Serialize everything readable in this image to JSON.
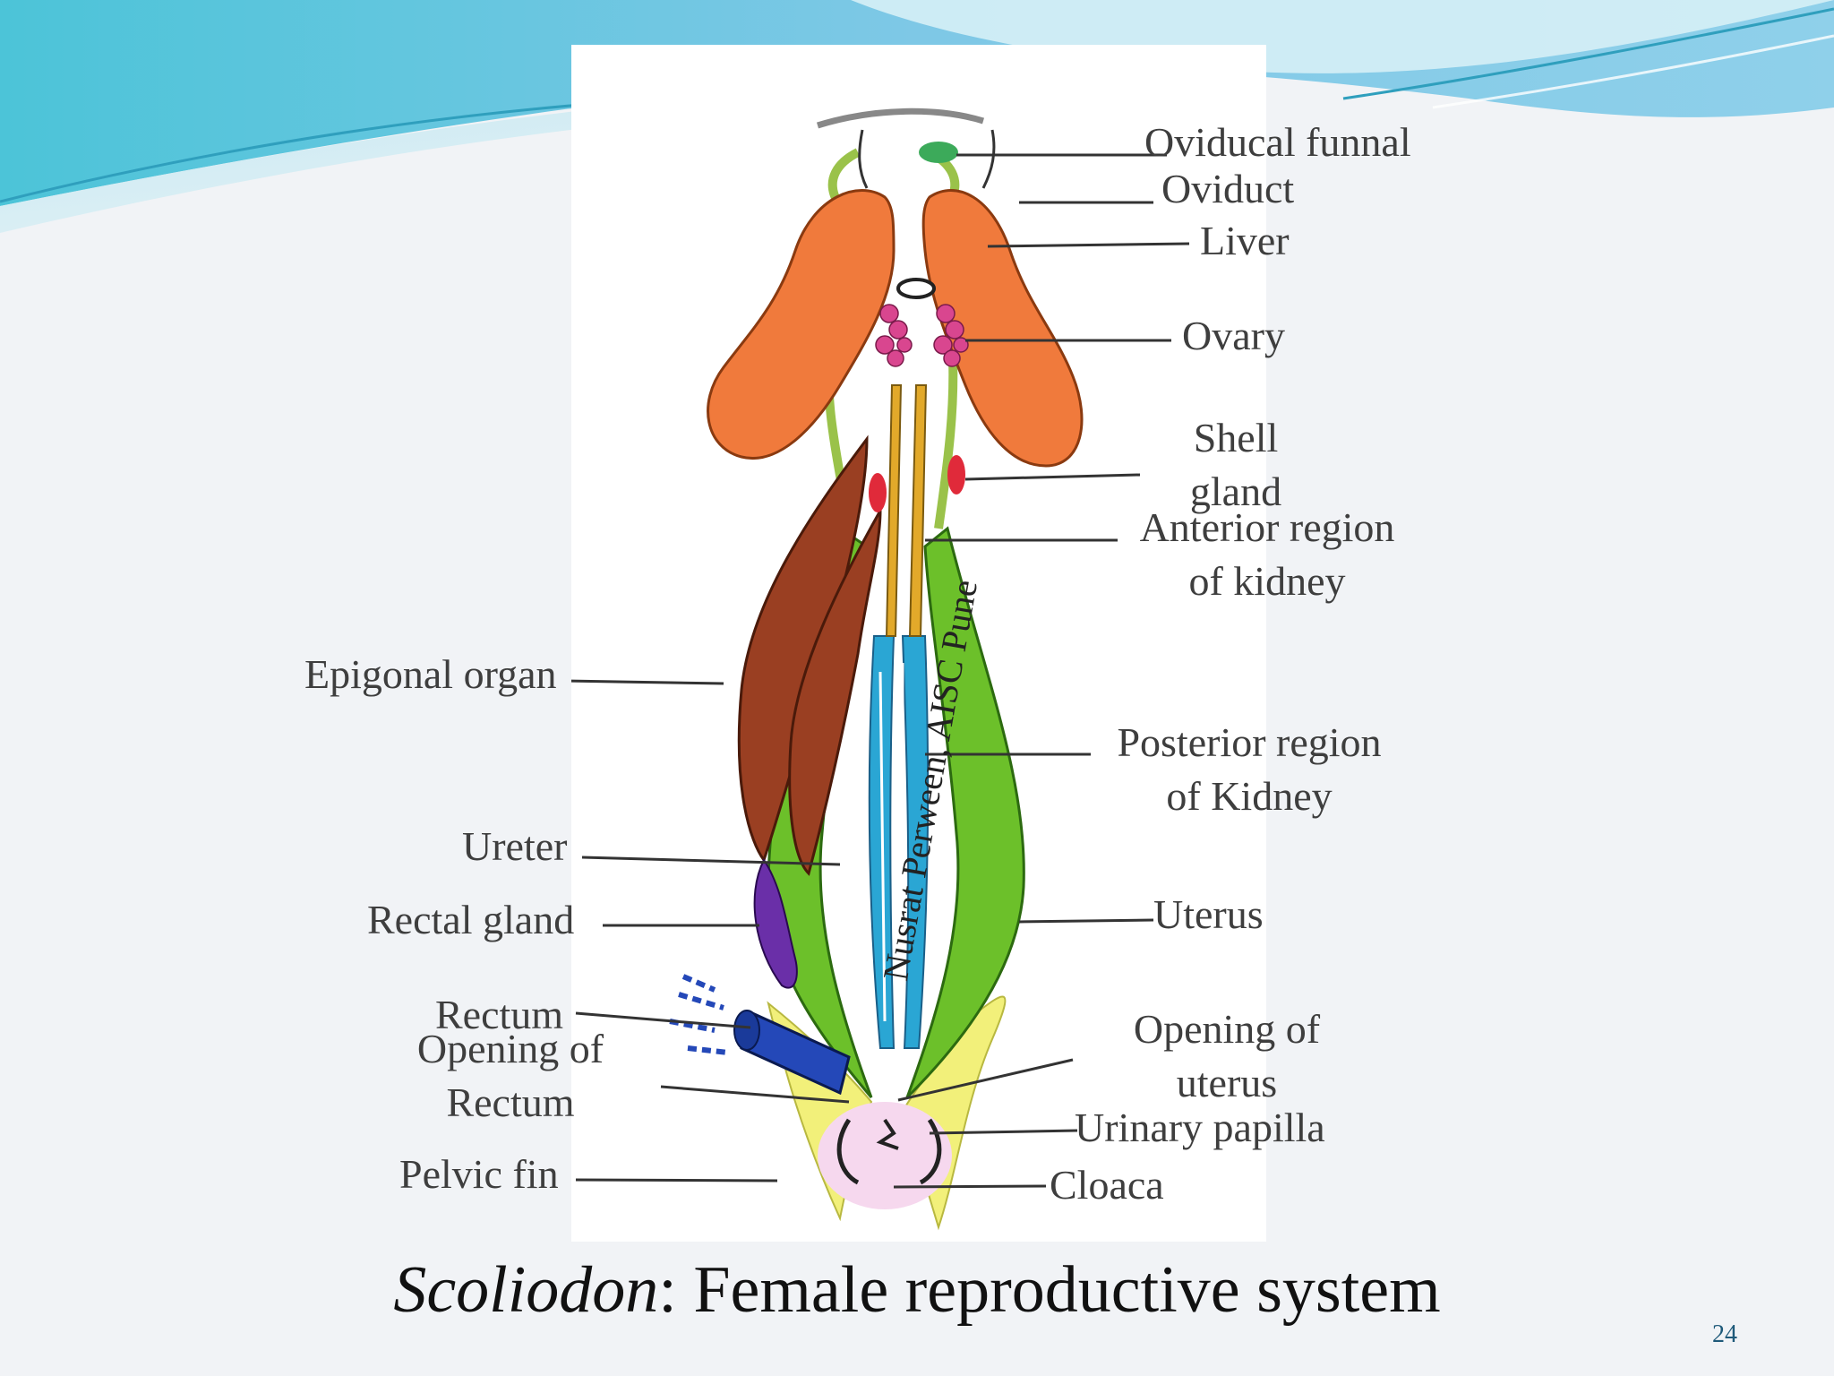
{
  "slide": {
    "title_italic": "Scoliodon",
    "title_rest": ": Female reproductive  system",
    "page_number": "24",
    "watermark": "Nusrat Perween, AISC Pune"
  },
  "labels": {
    "oviducal_funnel": "Oviducal funnal",
    "oviduct": "Oviduct",
    "liver": "Liver",
    "ovary": "Ovary",
    "shell_gland_1": "Shell",
    "shell_gland_2": "gland",
    "anterior_kidney_1": "Anterior region",
    "anterior_kidney_2": "of kidney",
    "epigonal_organ": "Epigonal organ",
    "posterior_kidney_1": "Posterior region",
    "posterior_kidney_2": "of Kidney",
    "ureter": "Ureter",
    "rectal_gland": "Rectal gland",
    "uterus": "Uterus",
    "rectum": "Rectum",
    "opening_rectum_1": "Opening of",
    "opening_rectum_2": "Rectum",
    "opening_uterus_1": "Opening of",
    "opening_uterus_2": "uterus",
    "urinary_papilla": "Urinary papilla",
    "pelvic_fin": "Pelvic fin",
    "cloaca": "Cloaca"
  },
  "colors": {
    "liver": "#f07a3c",
    "uterus": "#6cc02a",
    "kidney": "#2aa6d4",
    "epigonal": "#9a3f22",
    "ovary": "#d9468f",
    "shell_gland": "#e02a3a",
    "rectal_gland": "#6a2fa8",
    "rectum": "#2448b8",
    "pelvic_fin": "#f2f07a",
    "cloaca": "#f6d8ee",
    "kidney_anterior": "#e2a92a",
    "funnel": "#3caa5a"
  }
}
